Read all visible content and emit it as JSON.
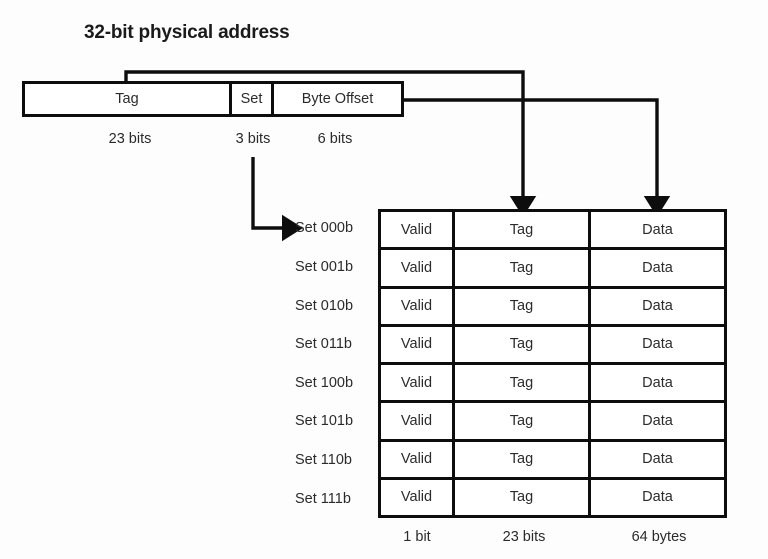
{
  "diagram": {
    "title": "32-bit physical address",
    "address_fields": [
      {
        "name": "Tag",
        "label": "Tag",
        "width_label": "23 bits"
      },
      {
        "name": "Set",
        "label": "Set",
        "width_label": "3 bits"
      },
      {
        "name": "Byte Offset",
        "label": "Byte Offset",
        "width_label": "6 bits"
      }
    ],
    "cache": {
      "columns": [
        {
          "key": "valid",
          "label": "Valid",
          "width_label": "1 bit"
        },
        {
          "key": "tag",
          "label": "Tag",
          "width_label": "23 bits"
        },
        {
          "key": "data",
          "label": "Data",
          "width_label": "64 bytes"
        }
      ],
      "rows": [
        {
          "set_label": "Set 000b",
          "valid": "Valid",
          "tag": "Tag",
          "data": "Data"
        },
        {
          "set_label": "Set 001b",
          "valid": "Valid",
          "tag": "Tag",
          "data": "Data"
        },
        {
          "set_label": "Set 010b",
          "valid": "Valid",
          "tag": "Tag",
          "data": "Data"
        },
        {
          "set_label": "Set 011b",
          "valid": "Valid",
          "tag": "Tag",
          "data": "Data"
        },
        {
          "set_label": "Set 100b",
          "valid": "Valid",
          "tag": "Tag",
          "data": "Data"
        },
        {
          "set_label": "Set 101b",
          "valid": "Valid",
          "tag": "Tag",
          "data": "Data"
        },
        {
          "set_label": "Set 110b",
          "valid": "Valid",
          "tag": "Tag",
          "data": "Data"
        },
        {
          "set_label": "Set 111b",
          "valid": "Valid",
          "tag": "Tag",
          "data": "Data"
        }
      ]
    },
    "connectors": [
      {
        "name": "tag-to-cache-tag-column",
        "from": "Tag",
        "to": "Tag column"
      },
      {
        "name": "byte-offset-to-cache-data-column",
        "from": "Byte Offset",
        "to": "Data column"
      },
      {
        "name": "set-to-set-index",
        "from": "Set",
        "to": "Set 000b"
      }
    ],
    "colors": {
      "line": "#0d0d0d",
      "text": "#2b2b2b",
      "background": "#fdfdfd"
    }
  }
}
